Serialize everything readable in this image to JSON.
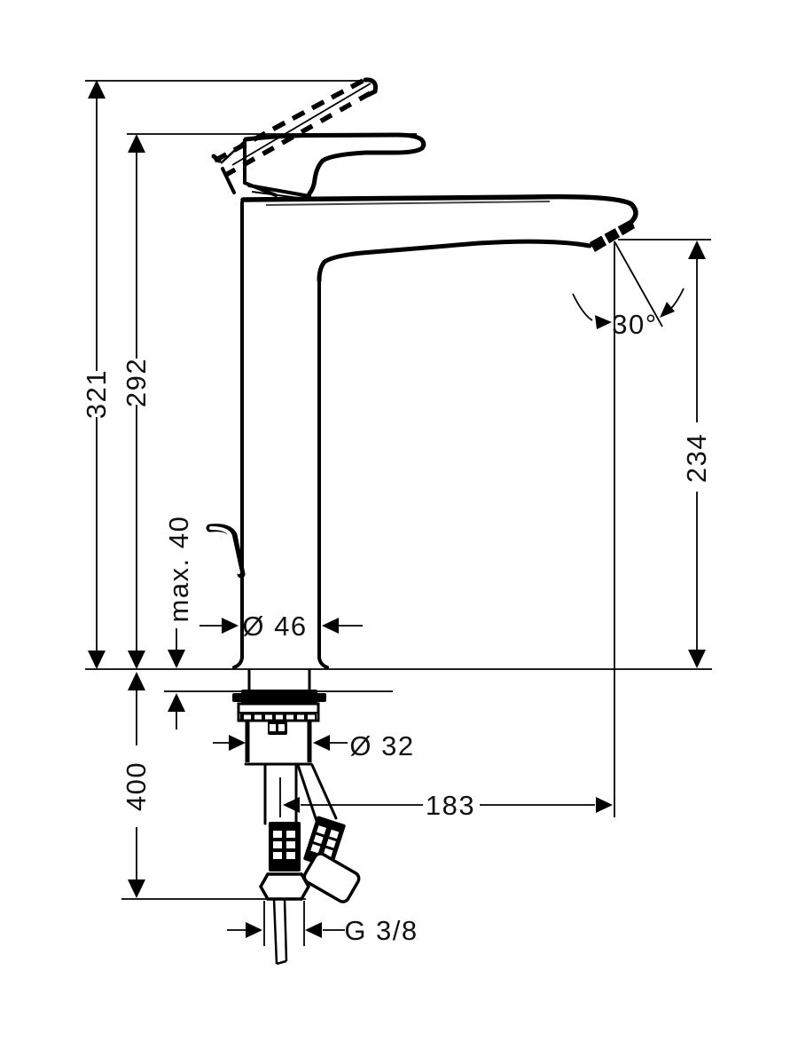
{
  "drawing": {
    "type": "technical-dimension-drawing",
    "colors": {
      "line": "#000000",
      "background": "#ffffff",
      "text": "#111111"
    },
    "dimensions": {
      "total_height": "321",
      "handle_height": "292",
      "max_mounting_thickness": "max. 40",
      "body_diameter": "Ø 46",
      "spout_outlet_height": "234",
      "spout_angle": "30°",
      "tap_hole_diameter": "Ø 32",
      "hose_length": "400",
      "spout_reach": "183",
      "connection_thread": "G 3/8"
    }
  }
}
